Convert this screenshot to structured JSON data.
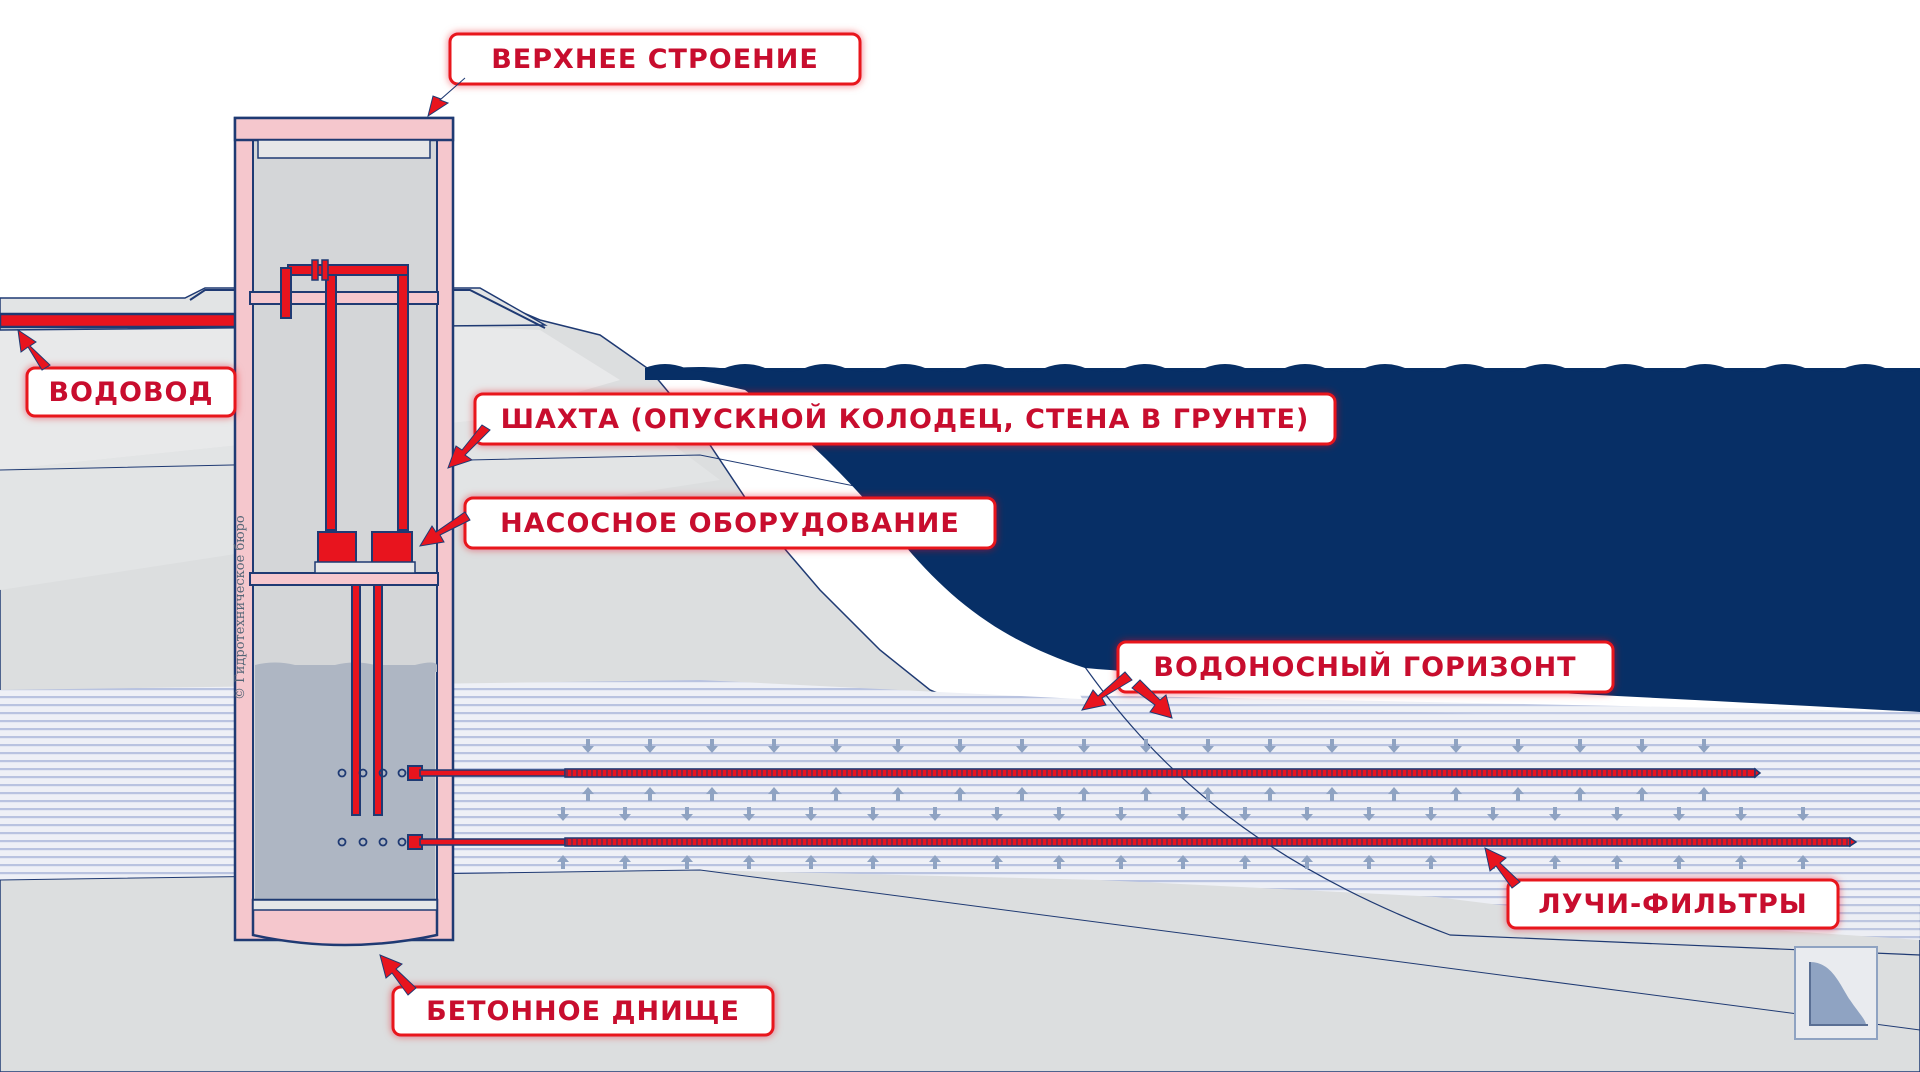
{
  "labels": {
    "upper_structure": "ВЕРХНЕЕ СТРОЕНИЕ",
    "water_conduit": "ВОДОВОД",
    "shaft": "ШАХТА (ОПУСКНОЙ КОЛОДЕЦ, СТЕНА В ГРУНТЕ)",
    "pump_equipment": "НАСОСНОЕ ОБОРУДОВАНИЕ",
    "aquifer": "ВОДОНОСНЫЙ ГОРИЗОНТ",
    "filter_rays": "ЛУЧИ-ФИЛЬТРЫ",
    "concrete_bottom": "БЕТОННОЕ ДНИЩЕ"
  },
  "credit": "© Гидротехническое бюро",
  "colors": {
    "accent_red": "#e8141e",
    "label_text": "#c8102e",
    "label_border": "#e8141e",
    "dark_water": "#072f66",
    "ground": "#dcdedf",
    "ground_light": "#e8e9ea",
    "outline": "#1f3a73",
    "aquifer_stripe": "#b9c3e0",
    "flow_arrow": "#8fa3c2",
    "shaft_fill": "#d4d6d8",
    "pink": "#f5c7cd"
  },
  "icons": {
    "logo": "hydro-curve-logo-icon",
    "arrow": "red-pointer-arrow-icon"
  }
}
